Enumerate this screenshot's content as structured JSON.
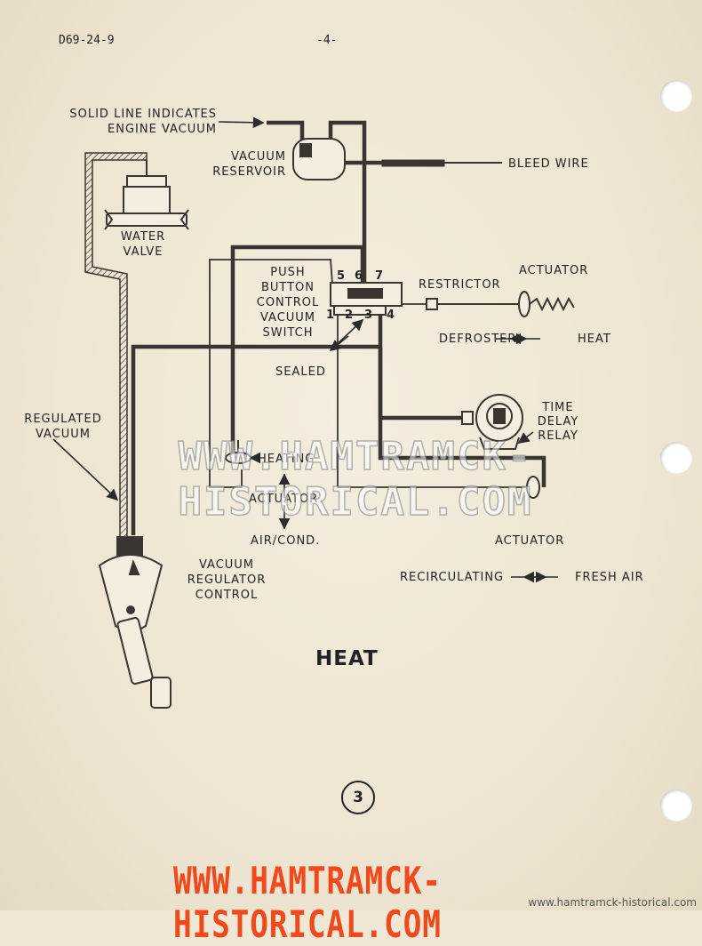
{
  "header": {
    "doc_id": "D69-24-9",
    "page_marker": "-4-"
  },
  "labels": {
    "solid_line": "SOLID LINE INDICATES",
    "engine_vacuum": "ENGINE VACUUM",
    "vacuum_reservoir_1": "VACUUM",
    "vacuum_reservoir_2": "RESERVOIR",
    "bleed_wire": "BLEED WIRE",
    "water_valve_1": "WATER",
    "water_valve_2": "VALVE",
    "pb_1": "PUSH",
    "pb_2": "BUTTON",
    "pb_3": "CONTROL",
    "pb_4": "VACUUM",
    "pb_5": "SWITCH",
    "port_5": "5",
    "port_6": "6",
    "port_7": "7",
    "port_1": "1",
    "port_2": "2",
    "port_3": "3",
    "port_4": "4",
    "restrictor": "RESTRICTOR",
    "actuator_top": "ACTUATOR",
    "defroster": "DEFROSTER",
    "heat": "HEAT",
    "sealed": "SEALED",
    "time_delay_1": "TIME",
    "time_delay_2": "DELAY",
    "time_delay_3": "RELAY",
    "regulated_1": "REGULATED",
    "regulated_2": "VACUUM",
    "heating": "HEATING",
    "actuator_mid": "ACTUATOR",
    "air_cond": "AIR/COND.",
    "vrc_1": "VACUUM",
    "vrc_2": "REGULATOR",
    "vrc_3": "CONTROL",
    "actuator_right": "ACTUATOR",
    "recirculating": "RECIRCULATING",
    "fresh_air": "FRESH AIR"
  },
  "title": "HEAT",
  "page_number": "3",
  "watermarks": {
    "middle": "WWW.HAMTRAMCK-HISTORICAL.COM",
    "bottom": "WWW.HAMTRAMCK-HISTORICAL.COM",
    "corner": "www.hamtramck-historical.com"
  },
  "colors": {
    "line": "#3a3531",
    "watermark_orange": "#f04a1c",
    "paper": "#efe8d6"
  }
}
